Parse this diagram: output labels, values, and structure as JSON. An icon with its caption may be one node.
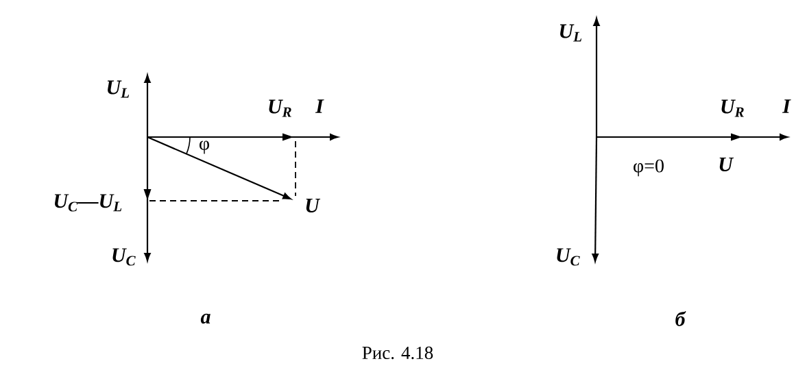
{
  "diagram": {
    "caption": "Рис. 4.18",
    "labels": [
      "U$_{L}$",
      "U$_{R}$",
      "I",
      "φ",
      "U$_{C}$—U$_{L}$",
      "U",
      "U$_{C}$",
      "а",
      "U$_{L}$",
      "U$_{R}$",
      "I",
      "φ=0",
      "U",
      "U$_{C}$",
      "б"
    ]
  }
}
